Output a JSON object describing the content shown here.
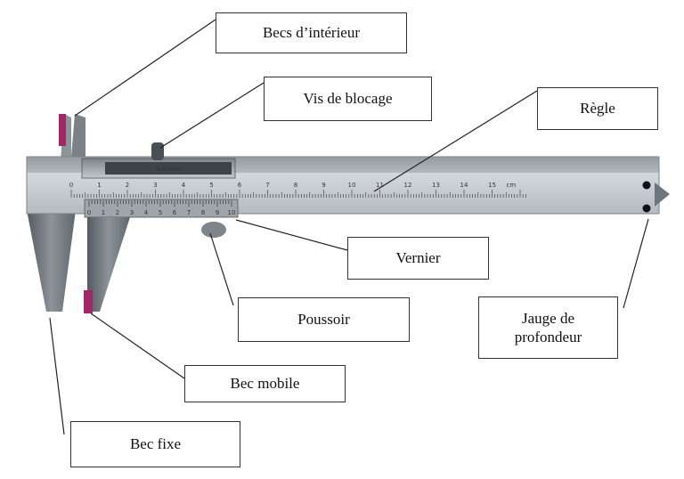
{
  "labels": {
    "becs_interieur": "Becs d’intérieur",
    "vis_blocage": "Vis de blocage",
    "regle": "Règle",
    "vernier": "Vernier",
    "poussoir": "Poussoir",
    "jauge": "Jauge de\nprofondeur",
    "bec_mobile": "Bec mobile",
    "bec_fixe": "Bec fixe"
  },
  "scale": {
    "main_numbers": [
      "0",
      "1",
      "2",
      "3",
      "4",
      "5",
      "6",
      "7",
      "8",
      "9",
      "10",
      "11",
      "12",
      "13",
      "14",
      "15"
    ],
    "main_unit": "cm",
    "vernier_numbers": [
      "0",
      "1",
      "2",
      "3",
      "4",
      "5",
      "6",
      "7",
      "8",
      "9",
      "10"
    ],
    "vernier_resolution": "0.02mm"
  },
  "colors": {
    "steel": "#b9bfc4",
    "steel_dark": "#6e757b",
    "jaw_tip": "#a02868",
    "leader": "#222222"
  }
}
